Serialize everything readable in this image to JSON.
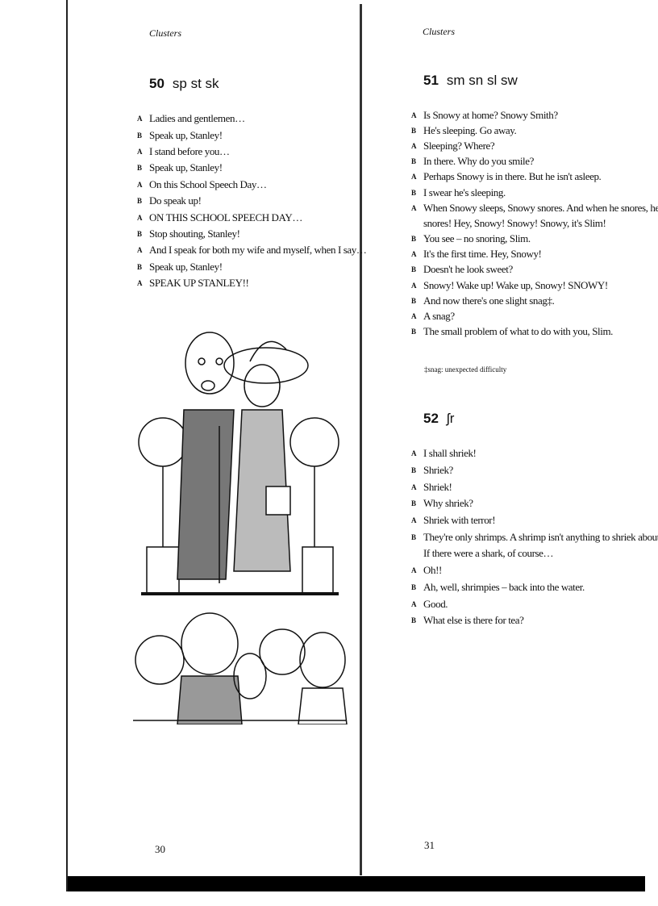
{
  "left_page": {
    "running_head": "Clusters",
    "section": {
      "number": "50",
      "title": "sp st sk"
    },
    "dialogue": [
      {
        "speaker": "A",
        "text": "Ladies and gentlemen…"
      },
      {
        "speaker": "B",
        "text": "Speak up, Stanley!"
      },
      {
        "speaker": "A",
        "text": "I stand before you…"
      },
      {
        "speaker": "B",
        "text": "Speak up, Stanley!"
      },
      {
        "speaker": "A",
        "text": "On this School Speech Day…"
      },
      {
        "speaker": "B",
        "text": "Do speak up!"
      },
      {
        "speaker": "A",
        "text": "ON THIS SCHOOL SPEECH DAY…"
      },
      {
        "speaker": "B",
        "text": "Stop shouting, Stanley!"
      },
      {
        "speaker": "A",
        "text": "And I speak for both my wife and myself, when I say…"
      },
      {
        "speaker": "B",
        "text": "Speak up, Stanley!"
      },
      {
        "speaker": "A",
        "text": "SPEAK UP STANLEY!!"
      }
    ],
    "page_number": "30"
  },
  "right_page": {
    "running_head": "Clusters",
    "section_51": {
      "number": "51",
      "title": "sm sn sl sw",
      "dialogue": [
        {
          "speaker": "A",
          "text": "Is Snowy at home? Snowy Smith?"
        },
        {
          "speaker": "B",
          "text": "He's sleeping. Go away."
        },
        {
          "speaker": "A",
          "text": "Sleeping? Where?"
        },
        {
          "speaker": "B",
          "text": "In there. Why do you smile?"
        },
        {
          "speaker": "A",
          "text": "Perhaps Snowy is in there. But he isn't asleep."
        },
        {
          "speaker": "B",
          "text": "I swear he's sleeping."
        },
        {
          "speaker": "A",
          "text": "When Snowy sleeps, Snowy snores. And when he snores, he"
        },
        {
          "speaker": "",
          "text": "snores! Hey, Snowy! Snowy! Snowy, it's Slim!"
        },
        {
          "speaker": "B",
          "text": "You see – no snoring, Slim."
        },
        {
          "speaker": "A",
          "text": "It's the first time. Hey, Snowy!"
        },
        {
          "speaker": "B",
          "text": "Doesn't he look sweet?"
        },
        {
          "speaker": "A",
          "text": "Snowy! Wake up! Wake up, Snowy! SNOWY!"
        },
        {
          "speaker": "B",
          "text": "And now there's one slight snag‡."
        },
        {
          "speaker": "A",
          "text": "A snag?"
        },
        {
          "speaker": "B",
          "text": "The small problem of what to do with you, Slim."
        }
      ],
      "footnote": "‡snag: unexpected difficulty"
    },
    "section_52": {
      "number": "52",
      "title": "ʃr",
      "dialogue": [
        {
          "speaker": "A",
          "text": "I shall shriek!"
        },
        {
          "speaker": "B",
          "text": "Shriek?"
        },
        {
          "speaker": "A",
          "text": "Shriek!"
        },
        {
          "speaker": "B",
          "text": "Why shriek?"
        },
        {
          "speaker": "A",
          "text": "Shriek with terror!"
        },
        {
          "speaker": "B",
          "text": "They're only shrimps. A shrimp isn't anything to shriek about."
        },
        {
          "speaker": "",
          "text": "If there were a shark, of course…"
        },
        {
          "speaker": "A",
          "text": "Oh!!"
        },
        {
          "speaker": "B",
          "text": "Ah, well, shrimpies – back into the water."
        },
        {
          "speaker": "A",
          "text": "Good."
        },
        {
          "speaker": "B",
          "text": "What else is there for tea?"
        }
      ]
    },
    "page_number": "31"
  }
}
